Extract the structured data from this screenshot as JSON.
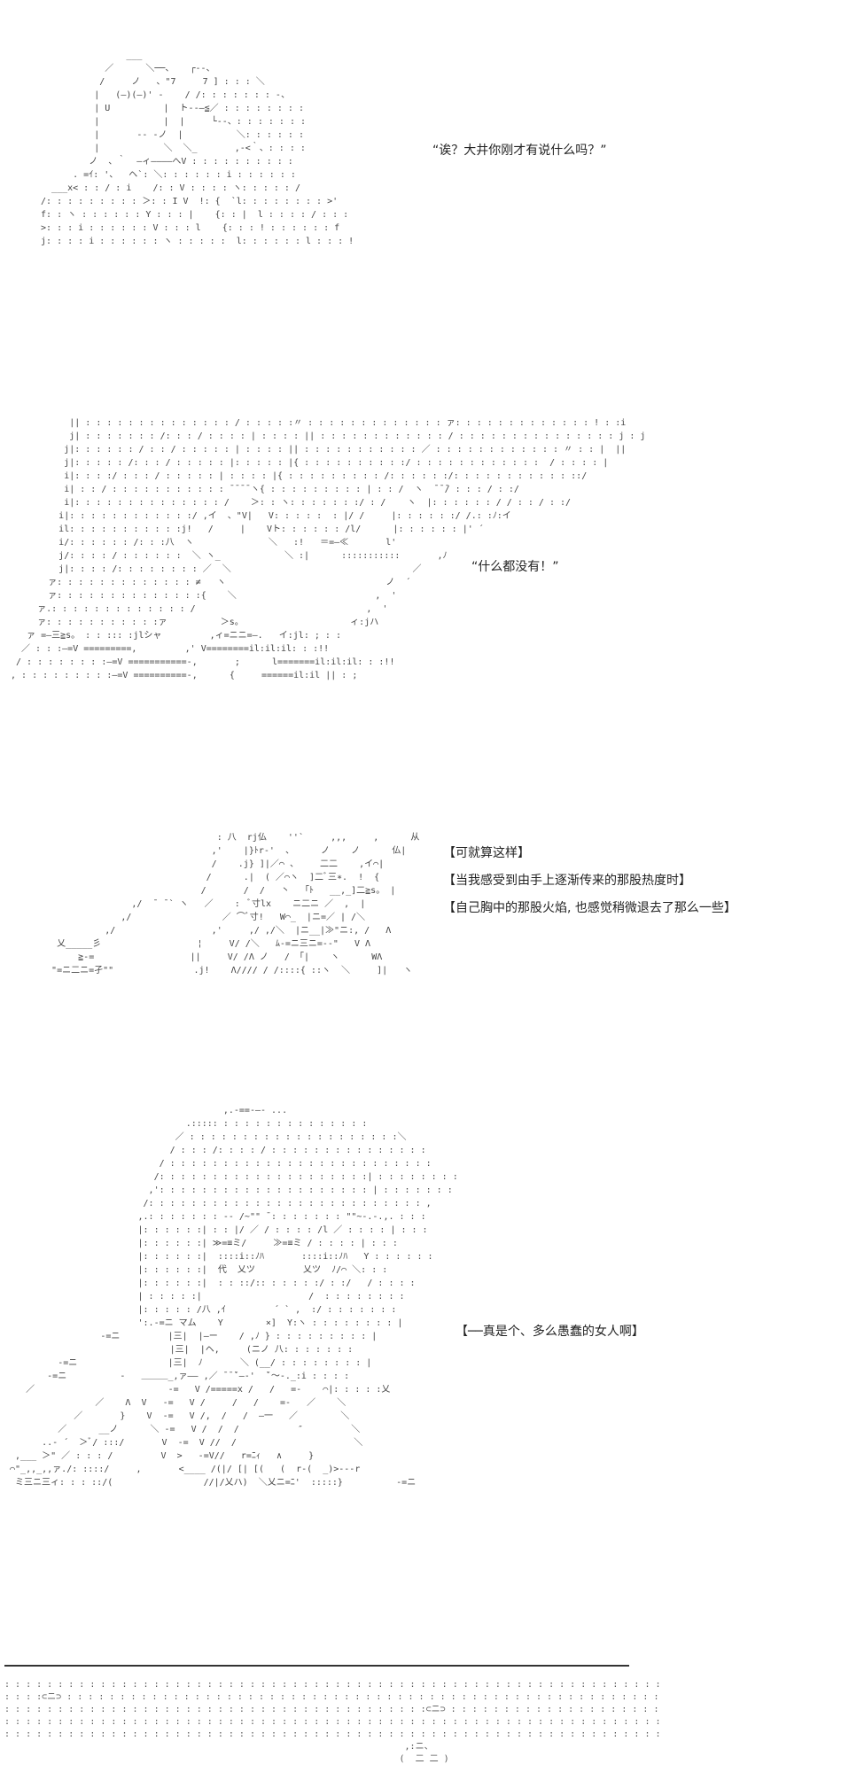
{
  "panels": [
    {
      "dialogue": "“诶？大井你刚才有说什么吗？”",
      "art": [
        "                 ___",
        "             ／      ＼──、   ┌--、",
        "            /     ノ   、\"7     7 ] : : : ＼",
        "           |   (―)(―)' -    / /: : : : : : : -、",
        "           | U          |  ト--―≦／ : : : : : : : :",
        "           |            |  |     └--、: : : : : : :",
        "           |       -- -ノ  |          ＼: : : : : :",
        "           |            ＼  ＼_       ,-<｀、: : : :",
        "          ノ  、｀  ―ィ――――へV : : : : : : : : : :",
        "       . =ｲ: '、  ヘ`: ＼: : : : : : i : : : : : :",
        "   ___x< : : / : i    /: : V : : : : ヽ: : : : : /",
        " /: : : : : : : : : ＞: : I V  !: {  `l: : : : : : : : >'",
        " f: : ヽ : : : : : : Y : : : |    {: : |  l : : : : / : : :",
        " >: : : i : : : : : : V : : : l    {: : : ! : : : : : : f",
        " j: : : : i : : : : : : ヽ : : : : :  l: : : : : : l : : : !"
      ]
    },
    {
      "dialogue": "“什么都没有！”",
      "art": [
        "           || : : : : : : : : : : : : : : / : : : : :〃 : : : : : : : : : : : : : ァ: : : : : : : : : : : : : ! : :i",
        "           j| : : : : : : : /: : : / : : : : | : : : : || : : : : : : : : : : : : / : : : : : : : : : : : : : : : j : j",
        "          j|: : : : : : / : : / : : : : : | : : : : || : : : : : : : : : : : ／ : : : : : : : : : : : : 〃 : : |  ||",
        "          j|: : : : : /: : : / : : : : : |: : : : : |{ : : : : : : : : : :/ : : : : : : : : : : : :  / : : : : |",
        "          i|: : : :/ : : : / : : : : : | : : : : |{ : : : : : : : : : /: : : : : :/: : : : : : : : : : : ::/",
        "          i| : : / : : : : : : : : : : : ̄ ̄ ̄ ̄ ヽ{ : : : : : : : : : | : : /  ヽ  ̄ ̄ ̄/ : : : / : :/",
        "          i|: : : : : : : : : : : : : : /    ＞: : ヽ: : : : : : :/ : /    ヽ  |: : : : : : / / : : / : :/",
        "         i|: : : : : : : : : : : :/ ,イ  、\"V|   V: : : : :  : |/ /     |: : : : : :/ /.: :ﾉ:イ",
        "         il: : : : : : : : : : :j!   /     |    Vト: : : : : : /l/      |: : : : : : |' ´",
        "         i/: : : : : : /: : :八  ヽ              ＼   :!   ＝=―≪       l'",
        "         j/: : : : / : : : : : :  ＼ ヽ_            ＼ :|      :::::::::::       ,ﾉ",
        "         j|: : : : /: : : : : : : : ／  ＼                                  ／",
        "       ァ: : : : : : : : : : : : : ≠   ヽ                              ノ  ´",
        "       ァ: : : : : : : : : : : : : :{    ＼                          ,  '",
        "     ァ.: : : : : : : : : : : : : /                                ,  '",
        "     ァ: : : : : : : : : : :ァ          ＞s。                    ィ:jハ",
        "   ァ =―三≧s。 : : ::: :jlシャ         ,ィ=ニニ=―.   イ:jl: ; : :",
        "  ／ : : :―=V =========,         ,' V========il:il:il: : :!!",
        " / : : : : : : : :―=V ===========-,       ;      l=======il:il:il: : :!!",
        ", : : : : : : : : :―=V ==========-,      {     ======il:il || : ;"
      ]
    },
    {
      "narration": [
        "【可就算这样】",
        "【当我感受到由手上逐渐传来的那股热度时】",
        "【自己胸中的那股火焰, 也感觉稍微退去了那么一些】"
      ],
      "art": [
        "                                  : 八  rj仏    ''`     ,,,     ,      从",
        "                                 ,'    |}ﾄr-'  、     ノ    ノ      仏|",
        "                                 /    .j} ]|／⌒ 、    二二    ,イ⌒|",
        "                                /      .|  ( ／⌒ヽ  ]二ﾞ三∗.  !  {",
        "                               /       /  /   丶  「ﾄ   __,_]二≧s。 |",
        "                  ,/  ̄  ̄ ` ヽ   ／    :  ﾞ寸lx    ニ二ニ ／  ,  |",
        "                ,/                 ／ ⌒ﾞ寸!   W⌒_  |ニ=／ | /＼",
        "             ,/                  ,'     ,/ ,/＼  |ニ__|≫\"ニ:, /   Λ",
        "    乂_____彡                  ¦     V/ /＼   ﾑ-=ニ三ニ=--\"   V Λ",
        "        ≧-=                  ||     V/ /Λ ノ   / 「|    ヽ      WΛ",
        "   \"=ニ二ニ=孑\"\"               .j!    Λ//// / /::::{ ::ヽ  ＼     ]|   ヽ"
      ]
    },
    {
      "narration": [
        "【──真是个、多么愚蠢的女人啊】"
      ],
      "art": [
        "                                         ,.-==-―- ...",
        "                                  .::::: : : : : : : : : : : : : : :",
        "                                ／ : : : : : : : : : : : : : : : : : : : :＼",
        "                               / : : : /: : : : / : : : : : : : : : : : : : : :",
        "                             / : : : : : : : : : : : : : : : : : : : : : : : : :",
        "                            /: : : : : : : : : : : : : : : : : : : :| : : : : : : : :",
        "                           ,': : : : : : : : : : : : : : : : : : : : | : : : : : : :",
        "                          /: : : : : : : : : : : : : : : : : : : : : : : : : : ,",
        "                         ,.: : : : : : : -‐ /~\"\" ̄ : : : : : : : \"\"~-.‐.,. : : :",
        "                         |: : : : : :| : : |/ ／ / : : : : /l ／ : : : : | : : :",
        "                         |: : : : : :| ≫=≡ミ/     ≫=≡ミ / : : : : | : : :",
        "                         |: : : : : :|  ::::i::ﾉﾊ       ::::i::ﾉﾊ   Y : : : : : :",
        "                         |: : : : : :|  代  乂ツ         乂ツ  ﾉ/⌒ ＼: : :",
        "                         |: : : : : :|  : : ::/:: : : : : :/ : :/   / : : : :",
        "                         | : : : : :|                    /  : : : : : : : :",
        "                         |: : : : : /八 ,ｲ         ´ ` ,  :/ : : : : : : :",
        "                         ':.-=ニ マム    Y        ×]  Y:ヽ : : : : : : : : |",
        "                  -=ニ         |三|  |―ー    / ,ﾉ } : : : : : : : : : |",
        "                               |三|  |ヘ,     (ニノ 八: : : : : : :",
        "          -=ニ                 |三|  ﾉ       ＼ (__/ : : : : : : : : |",
        "        -=ニ          -   ＿＿＿_,ァ―― ,／ ̄ ̄ ̄`―‐'  ̄`～-._:i : : : :",
        "    ／                         -=   V /=====x /   /   =-    ⌒|: : : : :乂",
        "                 ／    Λ  V   -=   V /     /   /    =-   ／    ＼",
        "             ／       }    V  -=   V /,  /   /  ―一   ／        ＼",
        "          ／      __ノ      ＼ -=   V /  /  /           ″         ＼",
        "       ..- ´  ＞ﾞ/ :::/       V  -=  V //  /                      ＼",
        "  ,___ ＞\" ／ : : : /         V  >   -=V//   r=ﾆｨ   ∧     }",
        " ⌒\"_,,_,,ァ./: ::::/     ,       <____ /(|/ [| [(   (  r-(  _)>-‐-r",
        "  ミ三ニ三ィ: : : ::/(                 //|/乂ハ)  ＼乂ニ=ﾆ'  :::::}          -=ニ"
      ]
    }
  ],
  "footer": {
    "art": [
      ": : : : : : : : : : : : : : : : : : : : : : : : : : : : : : : : : : : : : : : : : : : : : : : : : : : : : : : : : : : : : :",
      ": : : :⊂ニ⊃ : : : : : : : : : : : : : : : : : : : : : : : : : : : : : : : : : : : : : : : : : : : : : : : : : : : : : : : :",
      ": : : : : : : : : : : : : : : : : : : : : : : : : : : : : : : : : : : : : : : :⊂ニ⊃ : : : : : : : : : : : : : : : : : : : :",
      ": : : : : : : : : : : : : : : : : : : : : : : : : : : : : : : : : : : : : : : : : : : : : : : : : : : : : : : : : : : : : :",
      ": : : : : : : : : : : : : : : : : : : : : : : : : : : : : : : : : : : : : : : : : : : : : : : : : : : : : : : : : : : : : :",
      "                                                                           ,:ニ、",
      "                                                                          (  二 二 )"
    ]
  }
}
